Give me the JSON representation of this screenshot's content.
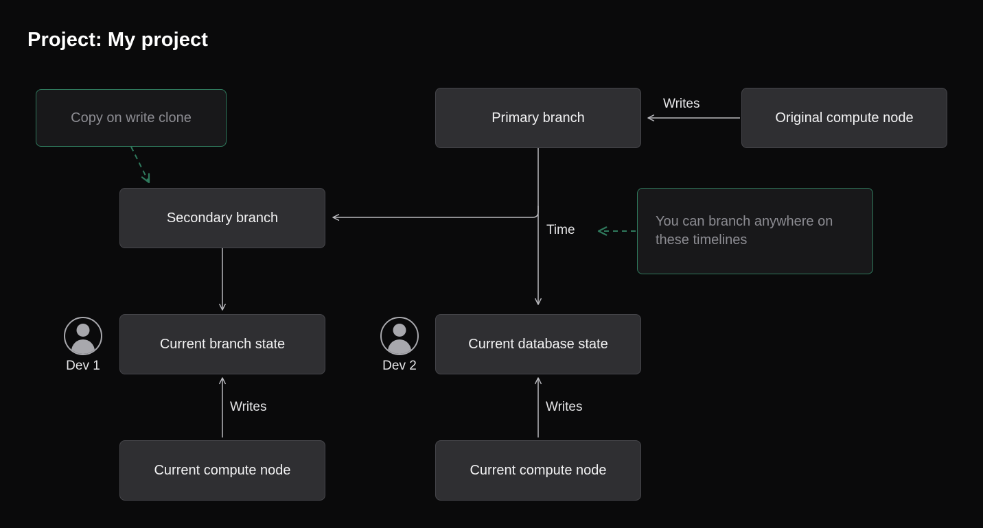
{
  "page": {
    "title": "Project: My project",
    "background_color": "#0a0a0b",
    "accent_green": "#2f7a5d",
    "node_fill": "#2f2f32",
    "node_border": "#46464b",
    "wire_color": "#b9b9be"
  },
  "nodes": {
    "copy_on_write_clone": {
      "label": "Copy on write clone"
    },
    "primary_branch": {
      "label": "Primary branch"
    },
    "original_compute_node": {
      "label": "Original compute node"
    },
    "secondary_branch": {
      "label": "Secondary branch"
    },
    "branch_anywhere_note": {
      "label": "You can branch anywhere on these timelines"
    },
    "current_branch_state": {
      "label": "Current branch state"
    },
    "current_database_state": {
      "label": "Current database state"
    },
    "current_compute_node_left": {
      "label": "Current compute node"
    },
    "current_compute_node_right": {
      "label": "Current compute node"
    }
  },
  "personas": [
    {
      "name": "Dev 1",
      "avatar": "person-avatar-icon"
    },
    {
      "name": "Dev 2",
      "avatar": "person-avatar-icon"
    }
  ],
  "edge_labels": {
    "writes_top": "Writes",
    "time": "Time",
    "writes_left": "Writes",
    "writes_right": "Writes"
  }
}
